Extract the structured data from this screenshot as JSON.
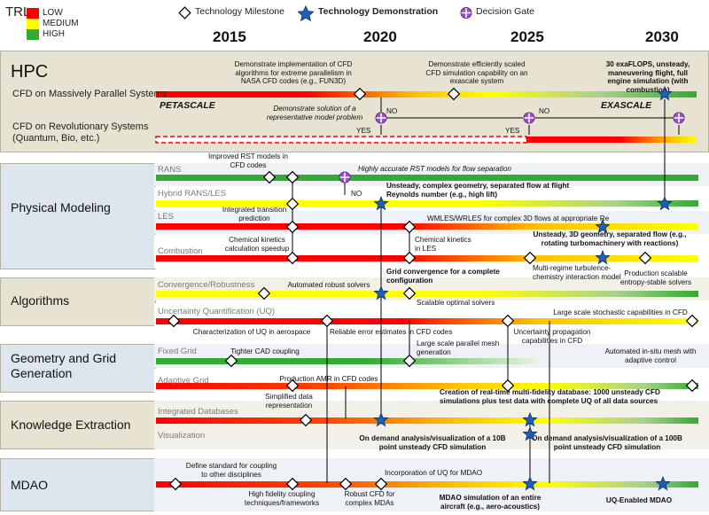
{
  "legend": {
    "trl_title": "TRL",
    "trl_levels": [
      "LOW",
      "MEDIUM",
      "HIGH"
    ],
    "trl_colors": [
      "#ff0000",
      "#ffff00",
      "#33aa33"
    ],
    "milestone_label": "Technology Milestone",
    "demonstration_label": "Technology Demonstration",
    "decision_label": "Decision Gate"
  },
  "years": [
    "2015",
    "2020",
    "2025",
    "2030"
  ],
  "sections": {
    "hpc": {
      "title": "HPC",
      "row1": "CFD on Massively Parallel Systems",
      "row2a": "CFD on Revolutionary Systems",
      "row2b": "(Quantum, Bio, etc.)",
      "petascale": "PETASCALE",
      "exascale": "EXASCALE"
    },
    "physical": {
      "title": "Physical Modeling",
      "rans": "RANS",
      "hybrid": "Hybrid RANS/LES",
      "les": "LES",
      "combustion": "Combustion"
    },
    "algorithms": {
      "title": "Algorithms",
      "convergence": "Convergence/Robustness",
      "uq": "Uncertainty Quantification (UQ)"
    },
    "geometry": {
      "title_a": "Geometry and Grid",
      "title_b": "Generation",
      "fixed": "Fixed Grid",
      "adaptive": "Adaptive Grid"
    },
    "knowledge": {
      "title": "Knowledge Extraction",
      "integrated": "Integrated Databases",
      "visualization": "Visualization"
    },
    "mdao": {
      "title": "MDAO"
    }
  },
  "annotations": {
    "hpc_ms1": "Demonstrate implementation of CFD algorithms for extreme parallelism in NASA CFD codes (e.g., FUN3D)",
    "hpc_ms2": "Demonstrate efficiently scaled CFD simulation capability on an exascale system",
    "hpc_demo": "30 exaFLOPS, unsteady, maneuvering flight, full engine simulation (with combustion)",
    "hpc_gate": "Demonstrate solution of a representative model problem",
    "no1": "NO",
    "no2": "NO",
    "yes1": "YES",
    "yes2": "YES",
    "rans1": "Improved RST models in CFD codes",
    "rans2": "Highly  accurate RST models for flow separation",
    "rans_no": "NO",
    "hyb_demo": "Unsteady, complex geometry, separated flow at flight Reynolds number (e.g., high lift)",
    "hyb_ms": "Integrated transition prediction",
    "les1": "WMLES/WRLES for complex 3D flows at appropriate Re",
    "comb1": "Chemical kinetics calculation speedup",
    "comb2": "Chemical kinetics in LES",
    "comb_demo": "Unsteady, 3D geometry, separated flow (e.g., rotating turbomachinery with reactions)",
    "comb3": "Multi-regime turbulence-chemistry interaction model",
    "comb4": "Production scalable entropy-stable solvers",
    "conv1": "Automated robust solvers",
    "conv_demo": "Grid convergence for a complete configuration",
    "conv2": "Scalable optimal solvers",
    "uq1": "Large scale stochastic capabilities in CFD",
    "uq2": "Characterization of UQ in aerospace",
    "uq3": "Reliable error estimates in CFD codes",
    "uq4": "Uncertainty propagation capabilities in CFD",
    "geo1": "Tighter CAD coupling",
    "geo2": "Large scale parallel mesh generation",
    "geo3": "Automated in-situ mesh with adaptive control",
    "geo4": "Production AMR in CFD codes",
    "ke1": "Simplified data representation",
    "ke_demo1": "Creation of real-time multi-fidelity database: 1000 unsteady CFD simulations plus test data with complete UQ of all data sources",
    "ke_demo2": "On demand analysis/visualization of a 10B point unsteady CFD simulation",
    "ke_demo3": "On demand analysis/visualization of a 100B point unsteady CFD simulation",
    "md1": "Define standard for coupling to other disciplines",
    "md2": "Incorporation of UQ for MDAO",
    "md3": "High fidelity coupling techniques/frameworks",
    "md4": "Robust CFD for complex MDAs",
    "md_demo1": "MDAO simulation of an entire aircraft (e.g., aero-acoustics)",
    "md_demo2": "UQ-Enabled MDAO"
  }
}
